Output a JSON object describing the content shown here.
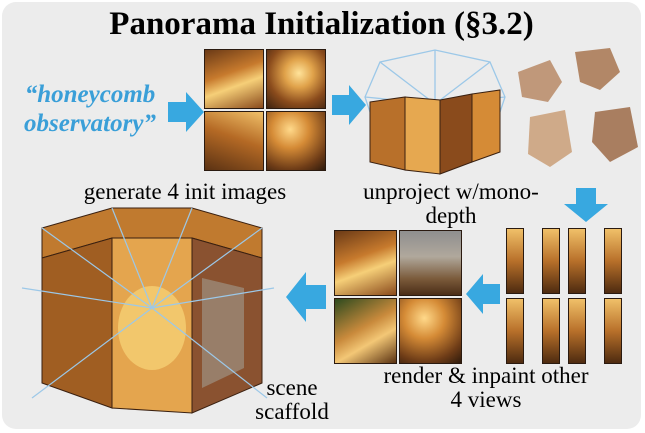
{
  "title": "Panorama Initialization (§3.2)",
  "prompt_text": "“honeycomb observatory”",
  "captions": {
    "generate": "generate 4 init images",
    "unproject_line1": "unproject w/mono-",
    "unproject_line2": "depth",
    "render_line1": "render & inpaint other",
    "render_line2": "4 views",
    "scene_line1": "scene",
    "scene_line2": "scaffold"
  },
  "colors": {
    "arrow": "#38a8e0",
    "prompt": "#3a9fd8",
    "wire": "#9cc8e8",
    "panel": "#ececec"
  },
  "icons": {
    "flow_arrow": "arrow-right-icon",
    "flow_arrow_down": "arrow-down-icon",
    "flow_arrow_left": "arrow-left-icon"
  }
}
